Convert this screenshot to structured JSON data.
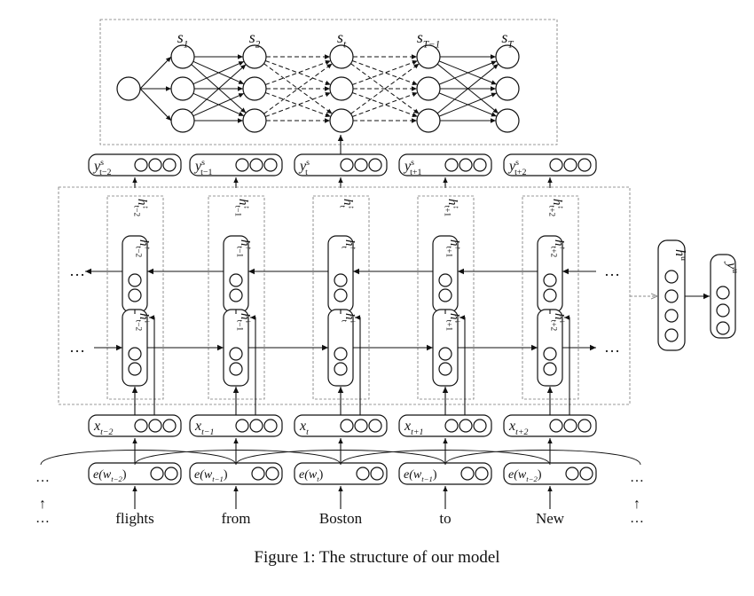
{
  "caption": "Figure 1: The structure of our model",
  "slot_states": {
    "labels": [
      {
        "base": "s",
        "sub": "1"
      },
      {
        "base": "s",
        "sub": "2"
      },
      {
        "base": "s",
        "sub": "t"
      },
      {
        "base": "s",
        "sub": "T−1"
      },
      {
        "base": "s",
        "sub": "T"
      }
    ]
  },
  "slot_outputs": [
    {
      "base": "y",
      "sup": "s",
      "sub": "t−2"
    },
    {
      "base": "y",
      "sup": "s",
      "sub": "t−1"
    },
    {
      "base": "y",
      "sup": "s",
      "sub": "t"
    },
    {
      "base": "y",
      "sup": "s",
      "sub": "t+1"
    },
    {
      "base": "y",
      "sup": "s",
      "sub": "t+2"
    }
  ],
  "hidden_concat": [
    {
      "base": "h",
      "sub": "t−2",
      "sup": "↕"
    },
    {
      "base": "h",
      "sub": "t−1",
      "sup": "↕"
    },
    {
      "base": "h",
      "sub": "t",
      "sup": "↕"
    },
    {
      "base": "h",
      "sub": "t+1",
      "sup": "↕"
    },
    {
      "base": "h",
      "sub": "t+2",
      "sup": "↕"
    }
  ],
  "hidden_backward": [
    {
      "base": "h",
      "sub": "t−2",
      "sup": "↑"
    },
    {
      "base": "h",
      "sub": "t−1",
      "sup": "↑"
    },
    {
      "base": "h",
      "sub": "t",
      "sup": "↑"
    },
    {
      "base": "h",
      "sub": "t+1",
      "sup": "↑"
    },
    {
      "base": "h",
      "sub": "t+2",
      "sup": "↑"
    }
  ],
  "hidden_forward": [
    {
      "base": "h",
      "sub": "t−2",
      "sup": "↓"
    },
    {
      "base": "h",
      "sub": "t−1",
      "sup": "↓"
    },
    {
      "base": "h",
      "sub": "t",
      "sup": "↓"
    },
    {
      "base": "h",
      "sub": "t+1",
      "sup": "↓"
    },
    {
      "base": "h",
      "sub": "t+2",
      "sup": "↓"
    }
  ],
  "inputs": [
    {
      "base": "x",
      "sub": "t−2"
    },
    {
      "base": "x",
      "sub": "t−1"
    },
    {
      "base": "x",
      "sub": "t"
    },
    {
      "base": "x",
      "sub": "t+1"
    },
    {
      "base": "x",
      "sub": "t+2"
    }
  ],
  "embeddings": [
    {
      "pre": "e(w",
      "sub": "t−2",
      "post": ")"
    },
    {
      "pre": "e(w",
      "sub": "t−1",
      "post": ")"
    },
    {
      "pre": "e(w",
      "sub": "t",
      "post": ")"
    },
    {
      "pre": "e(w",
      "sub": "t−1",
      "post": ")"
    },
    {
      "pre": "e(w",
      "sub": "t−2",
      "post": ")"
    }
  ],
  "words": [
    "flights",
    "from",
    "Boston",
    "to",
    "New"
  ],
  "ellipsis": "…",
  "arrow_glyph": "↑",
  "utterance_hidden": {
    "base": "h",
    "sup": "u"
  },
  "utterance_output": {
    "base": "y",
    "sup": "u"
  }
}
